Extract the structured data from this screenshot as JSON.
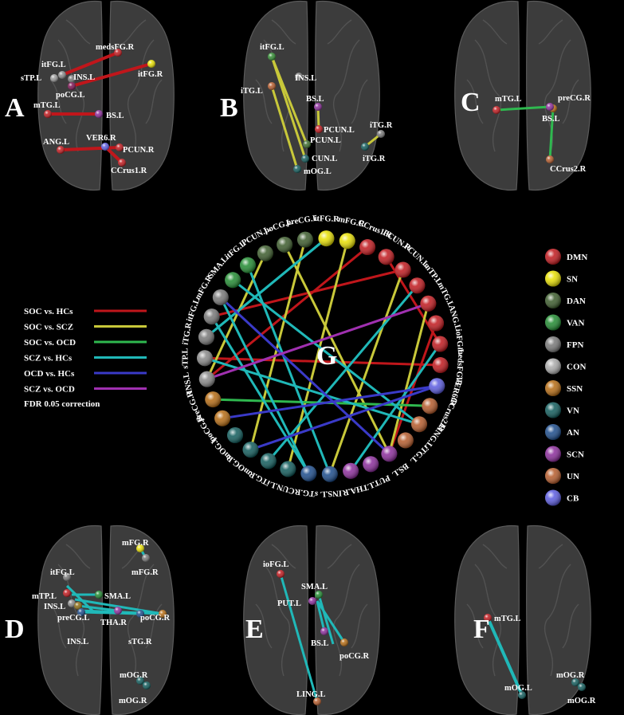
{
  "panels": [
    {
      "letter": "A",
      "nodes": [
        {
          "label": "medsFG.R",
          "color": "#c0161b"
        },
        {
          "label": "itFG.L",
          "color": "#8a8a8a"
        },
        {
          "label": "sTP.L",
          "color": "#9a9a9a"
        },
        {
          "label": "INS.L",
          "color": "#777"
        },
        {
          "label": "itFG.R",
          "color": "#e8e000"
        },
        {
          "label": "poCG.L",
          "color": "#7a1050"
        },
        {
          "label": "mTG.L",
          "color": "#c0161b"
        },
        {
          "label": "BS.L",
          "color": "#8a2a9a"
        },
        {
          "label": "ANG.L",
          "color": "#c0161b"
        },
        {
          "label": "VER6.R",
          "color": "#5a5ae0"
        },
        {
          "label": "PCUN.R",
          "color": "#c0161b"
        },
        {
          "label": "CCrus1.R",
          "color": "#c0161b"
        }
      ]
    },
    {
      "letter": "B",
      "nodes": [
        {
          "label": "itFG.L",
          "color": "#2f8a2f"
        },
        {
          "label": "iTG.L",
          "color": "#b55a2a"
        },
        {
          "label": "INS.L",
          "color": "#777"
        },
        {
          "label": "BS.L",
          "color": "#8a2a9a"
        },
        {
          "label": "PCUN.L",
          "color": "#c0161b"
        },
        {
          "label": "iTG.R",
          "color": "#777"
        },
        {
          "label": "PCUN.L",
          "color": "#3a6a2a"
        },
        {
          "label": "CUN.L",
          "color": "#0e5a5a"
        },
        {
          "label": "iTG.R",
          "color": "#0e5a5a"
        },
        {
          "label": "mOG.L",
          "color": "#0e5a5a"
        }
      ]
    },
    {
      "letter": "C",
      "nodes": [
        {
          "label": "mTG.L",
          "color": "#c0161b"
        },
        {
          "label": "preCG.R",
          "color": "#b56a10"
        },
        {
          "label": "BS.L",
          "color": "#8a2a9a"
        },
        {
          "label": "CCrus2.R",
          "color": "#b55a2a"
        }
      ]
    },
    {
      "letter": "D",
      "nodes": [
        {
          "label": "mFG.R",
          "color": "#e8e000"
        },
        {
          "label": "mFG.R",
          "color": "#777"
        },
        {
          "label": "itFG.L",
          "color": "#777"
        },
        {
          "label": "mTP.L",
          "color": "#c0161b"
        },
        {
          "label": "SMA.L",
          "color": "#1f8a2f"
        },
        {
          "label": "INS.L",
          "color": "#8a8a8a"
        },
        {
          "label": "preCG.L",
          "color": "#8a6a10"
        },
        {
          "label": "THA.R",
          "color": "#8a2a9a"
        },
        {
          "label": "poCG.R",
          "color": "#b56a10"
        },
        {
          "label": "INS.L",
          "color": "#1a4a8a"
        },
        {
          "label": "sTG.R",
          "color": "#1a4a8a"
        },
        {
          "label": "mOG.R",
          "color": "#0e5a5a"
        },
        {
          "label": "mOG.R",
          "color": "#0e5a5a"
        }
      ]
    },
    {
      "letter": "E",
      "nodes": [
        {
          "label": "ioFG.L",
          "color": "#c0161b"
        },
        {
          "label": "SMA.L",
          "color": "#1f8a2f"
        },
        {
          "label": "PUT.L",
          "color": "#8a2a9a"
        },
        {
          "label": "BS.L",
          "color": "#8a2a9a"
        },
        {
          "label": "poCG.R",
          "color": "#b56a10"
        },
        {
          "label": "LING.L",
          "color": "#b55a2a"
        }
      ]
    },
    {
      "letter": "F",
      "nodes": [
        {
          "label": "mTG.L",
          "color": "#c0161b"
        },
        {
          "label": "mOG.L",
          "color": "#0e5a5a"
        },
        {
          "label": "mOG.R",
          "color": "#0e5a5a"
        },
        {
          "label": "mOG.R",
          "color": "#0e5a5a"
        }
      ]
    }
  ],
  "center": {
    "letter": "G",
    "nodes": [
      {
        "label": "mFG.R",
        "color": "#e8e000"
      },
      {
        "label": "CCrus1.R",
        "color": "#c0161b"
      },
      {
        "label": "PCUN.R",
        "color": "#c0161b"
      },
      {
        "label": "PCUN.L",
        "color": "#c0161b"
      },
      {
        "label": "mTP.L",
        "color": "#c0161b"
      },
      {
        "label": "mTG.L",
        "color": "#c0161b"
      },
      {
        "label": "ANG.L",
        "color": "#c0161b"
      },
      {
        "label": "ioFG.L",
        "color": "#c0161b"
      },
      {
        "label": "medsFG.R",
        "color": "#c0161b"
      },
      {
        "label": "VER6.R",
        "color": "#5a5ae0"
      },
      {
        "label": "CCrus2.R",
        "color": "#b55a2a"
      },
      {
        "label": "LING.L",
        "color": "#b55a2a"
      },
      {
        "label": "iTG.L",
        "color": "#b55a2a"
      },
      {
        "label": "BS.L",
        "color": "#8a2a9a"
      },
      {
        "label": "PUT.L",
        "color": "#8a2a9a"
      },
      {
        "label": "THA.R",
        "color": "#8a2a9a"
      },
      {
        "label": "INS.L",
        "color": "#1a4a8a"
      },
      {
        "label": "sTG.R",
        "color": "#1a4a8a"
      },
      {
        "label": "CUN.L",
        "color": "#0e5a5a"
      },
      {
        "label": "iTG.R",
        "color": "#0e5a5a"
      },
      {
        "label": "mOG.R",
        "color": "#0e5a5a"
      },
      {
        "label": "mOG.L",
        "color": "#0e5a5a"
      },
      {
        "label": "poCG.R",
        "color": "#b56a10"
      },
      {
        "label": "preCG.R",
        "color": "#b56a10"
      },
      {
        "label": "INS.L",
        "color": "#888"
      },
      {
        "label": "sTP.L",
        "color": "#888"
      },
      {
        "label": "iTG.R",
        "color": "#777"
      },
      {
        "label": "itFG.L",
        "color": "#777"
      },
      {
        "label": "mFG.R",
        "color": "#777"
      },
      {
        "label": "SMA.L",
        "color": "#1f8a2f"
      },
      {
        "label": "itFG.L",
        "color": "#1f8a2f"
      },
      {
        "label": "PCUN.L",
        "color": "#3a5a2a"
      },
      {
        "label": "poCG.L",
        "color": "#3a5a2a"
      },
      {
        "label": "preCG.L",
        "color": "#3a5a2a"
      },
      {
        "label": "itFG.R",
        "color": "#e8e000"
      }
    ]
  },
  "contrast_legend": [
    {
      "label": "SOC vs. HCs",
      "color": "#c0161b"
    },
    {
      "label": "SOC vs. SCZ",
      "color": "#c8c83a"
    },
    {
      "label": "SOC vs. OCD",
      "color": "#2fb84f"
    },
    {
      "label": "SCZ vs. HCs",
      "color": "#20b8b8"
    },
    {
      "label": "OCD vs. HCs",
      "color": "#3a3ac8"
    },
    {
      "label": "SCZ vs. OCD",
      "color": "#a030b0"
    }
  ],
  "correction_note": "FDR 0.05 correction",
  "network_legend": [
    {
      "label": "DMN",
      "color": "#c0161b"
    },
    {
      "label": "SN",
      "color": "#e8e000"
    },
    {
      "label": "DAN",
      "color": "#3a5a2a"
    },
    {
      "label": "VAN",
      "color": "#1f8a2f"
    },
    {
      "label": "FPN",
      "color": "#777777"
    },
    {
      "label": "CON",
      "color": "#aaaaaa"
    },
    {
      "label": "SSN",
      "color": "#b56a10"
    },
    {
      "label": "VN",
      "color": "#0e5a5a"
    },
    {
      "label": "AN",
      "color": "#1a4a8a"
    },
    {
      "label": "SCN",
      "color": "#8a2a9a"
    },
    {
      "label": "UN",
      "color": "#b55a2a"
    },
    {
      "label": "CB",
      "color": "#5a5ae0"
    }
  ],
  "edge_colors": {
    "red": "#c0161b",
    "yellow": "#c8c83a",
    "green": "#2fb84f",
    "cyan": "#20b8b8",
    "blue": "#3a3ac8",
    "purple": "#a030b0"
  }
}
